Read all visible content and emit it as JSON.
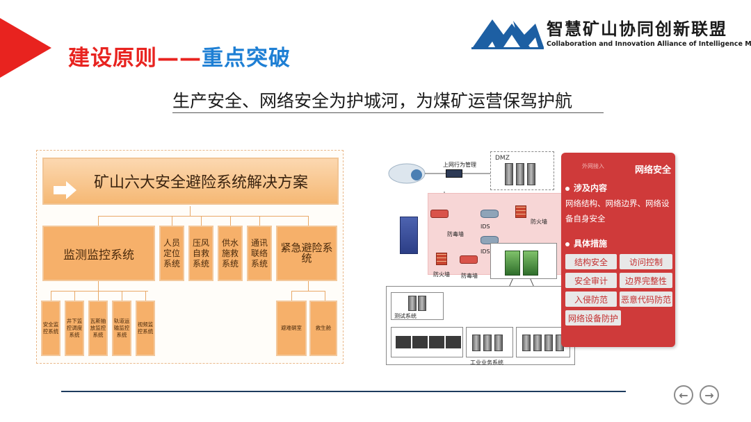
{
  "slide": {
    "title_part1": "建设原则——",
    "title_part2": "重点突破",
    "subtitle": "生产安全、网络安全为护城河，为煤矿运营保驾护航"
  },
  "logo": {
    "name_cn": "智慧矿山协同创新联盟",
    "name_en": "Collaboration and Innovation Alliance  of  Intelligence Mine"
  },
  "left_diagram": {
    "header": "矿山六大安全避险系统解决方案",
    "level2": [
      "监测监控系统",
      "人员定位系统",
      "压风自救系统",
      "供水施救系统",
      "通讯联络系统",
      "紧急避险系统"
    ],
    "level3": [
      "安全监控系统",
      "井下监控调度系统",
      "瓦斯抽放监控系统",
      "轨道运输监控系统",
      "视频监控系统",
      "避难硐室",
      "救生舱"
    ]
  },
  "network_diagram": {
    "labels": {
      "behavior_mgmt": "上网行为管理",
      "dmz": "DMZ",
      "firewall": "防火墙",
      "ids": "IDS",
      "antivirus_wall": "防毒墙",
      "test_system": "测试系统",
      "industrial_system": "工业业务系统",
      "faint_access": "外网接入"
    },
    "panel": {
      "title": "网络安全",
      "section1_title": "涉及内容",
      "section1_text": "网络结构、网络边界、网络设备自身安全",
      "section2_title": "具体措施",
      "measures": [
        "结构安全",
        "访问控制",
        "安全审计",
        "边界完整性",
        "入侵防范",
        "恶意代码防范",
        "网络设备防护"
      ]
    }
  },
  "nav": {
    "prev_icon": "arrow-left-icon",
    "next_icon": "arrow-right-icon"
  },
  "colors": {
    "accent_red": "#e8231f",
    "accent_blue": "#1e7fd4",
    "orange_box": "#f6b06a",
    "panel_red": "#cf3a3a"
  }
}
